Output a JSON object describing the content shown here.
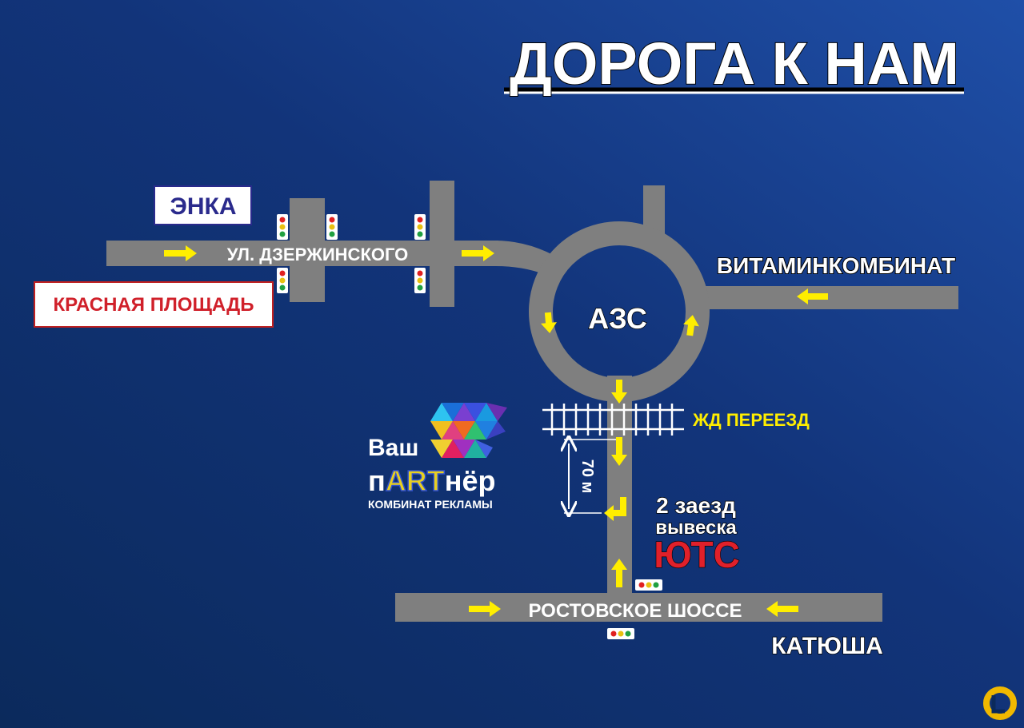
{
  "title": "ДОРОГА К НАМ",
  "labels": {
    "enka": "ЭНКА",
    "red_square": "КРАСНАЯ ПЛОЩАДЬ",
    "street": "УЛ. ДЗЕРЖИНСКОГО",
    "gas_station": "АЗС",
    "vitamin": "ВИТАМИНКОМБИНАТ",
    "railway": "ЖД ПЕРЕЕЗД",
    "distance": "70 м",
    "entrance": "2 заезд",
    "sign": "вывеска",
    "sign_brand": "ЮТС",
    "highway": "РОСТОВСКОЕ ШОССЕ",
    "katyusha": "КАТЮША"
  },
  "logo": {
    "line1": "Ваш",
    "line2_a": "п",
    "line2_art": "ART",
    "line2_b": "нёр",
    "line3": "КОМБИНАТ РЕКЛАМЫ"
  },
  "colors": {
    "background_dark": "#0b2a5c",
    "background_light": "#1f4fa8",
    "road": "#7f7f7f",
    "arrow": "#ffee00",
    "railway_label": "#ffee00",
    "enka_text": "#2a2a8c",
    "red_square_text": "#d0202a",
    "brand_red": "#e0202a"
  }
}
